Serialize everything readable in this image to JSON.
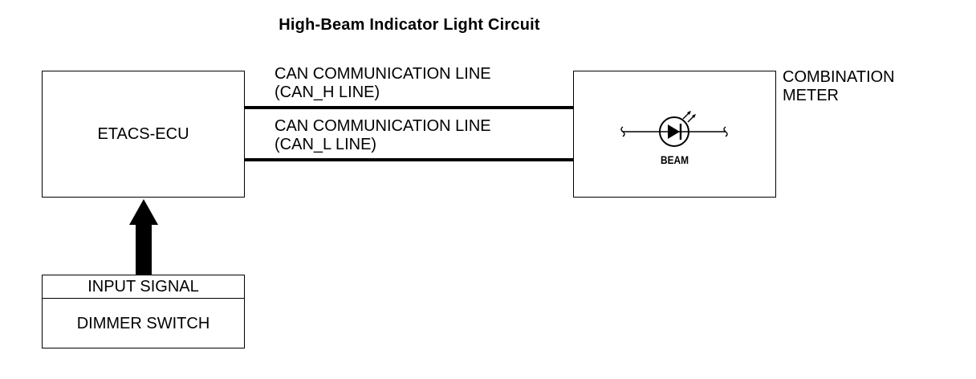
{
  "title": "High-Beam Indicator Light Circuit",
  "ecu": {
    "label": "ETACS-ECU"
  },
  "meter": {
    "label": "COMBINATION\nMETER",
    "lamp_label": "BEAM"
  },
  "lines": [
    {
      "label": "CAN COMMUNICATION LINE\n(CAN_H LINE)"
    },
    {
      "label": "CAN COMMUNICATION LINE\n(CAN_L LINE)"
    }
  ],
  "switch": {
    "header": "INPUT SIGNAL",
    "label": "DIMMER SWITCH"
  },
  "icons": {
    "lamp": "diode-lamp-icon",
    "arrow": "up-arrow-icon"
  }
}
